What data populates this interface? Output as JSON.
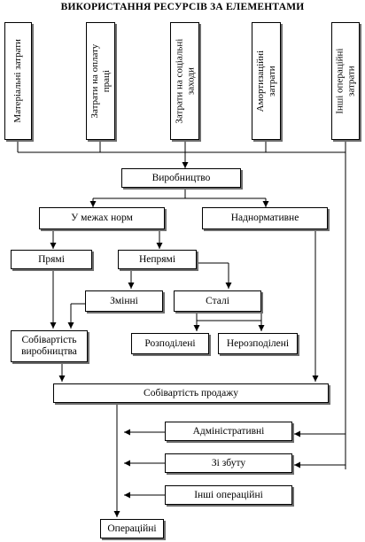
{
  "title": "ВИКОРИСТАННЯ РЕСУРСІВ ЗА ЕЛЕМЕНТАМИ",
  "nodes": {
    "material": "Матеріальні затрати",
    "labor_line1": "Затрати на оплату",
    "labor_line2": "праці",
    "social_line1": "Затрати на соціальні",
    "social_line2": "заходи",
    "amort_line1": "Амортизаційні",
    "amort_line2": "затрати",
    "other_line1": "Інші операційні",
    "other_line2": "затрати",
    "production": "Виробництво",
    "within_norms": "У межах норм",
    "above_norm": "Наднормативне",
    "direct": "Прямі",
    "indirect": "Непрямі",
    "variable": "Змінні",
    "fixed": "Сталі",
    "distributed": "Розподілені",
    "undistributed": "Нерозподілені",
    "prod_cost_line1": "Собівартість",
    "prod_cost_line2": "виробництва",
    "sales_cost": "Собівартість продажу",
    "admin": "Адміністративні",
    "sales": "Зі збуту",
    "other_op": "Інші операційні",
    "operational": "Операційні"
  }
}
